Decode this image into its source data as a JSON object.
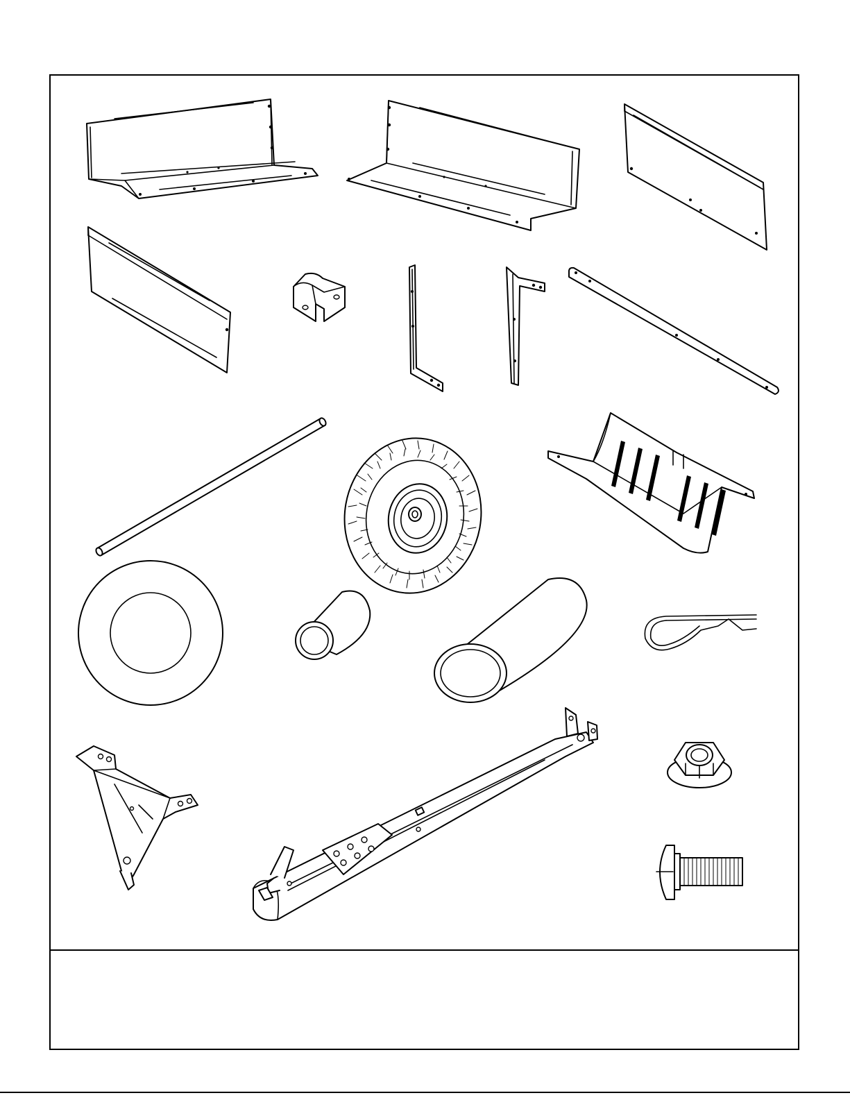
{
  "page": {
    "background": "#ffffff",
    "line_color": "#000000"
  },
  "parts": [
    {
      "name": "rear-tub-panel",
      "icon": "tray-panel"
    },
    {
      "name": "front-tub-panel",
      "icon": "tray-panel"
    },
    {
      "name": "right-side-panel",
      "icon": "flat-panel"
    },
    {
      "name": "left-side-panel",
      "icon": "flat-panel"
    },
    {
      "name": "corner-bracket",
      "icon": "bracket"
    },
    {
      "name": "left-l-brace",
      "icon": "l-brace"
    },
    {
      "name": "right-l-brace",
      "icon": "l-brace"
    },
    {
      "name": "flat-support-bar",
      "icon": "bar"
    },
    {
      "name": "axle-rod",
      "icon": "rod"
    },
    {
      "name": "tire-wheel",
      "icon": "wheel"
    },
    {
      "name": "tub-bottom-support",
      "icon": "ribbed-tray"
    },
    {
      "name": "flat-washer",
      "icon": "washer"
    },
    {
      "name": "short-spacer",
      "icon": "spacer"
    },
    {
      "name": "long-spacer",
      "icon": "spacer"
    },
    {
      "name": "hairpin-cotter",
      "icon": "cotter-pin"
    },
    {
      "name": "dump-latch-bracket",
      "icon": "bracket"
    },
    {
      "name": "tongue-assembly",
      "icon": "tongue"
    },
    {
      "name": "flange-lock-nut",
      "icon": "hex-nut"
    },
    {
      "name": "carriage-bolt",
      "icon": "bolt"
    }
  ]
}
